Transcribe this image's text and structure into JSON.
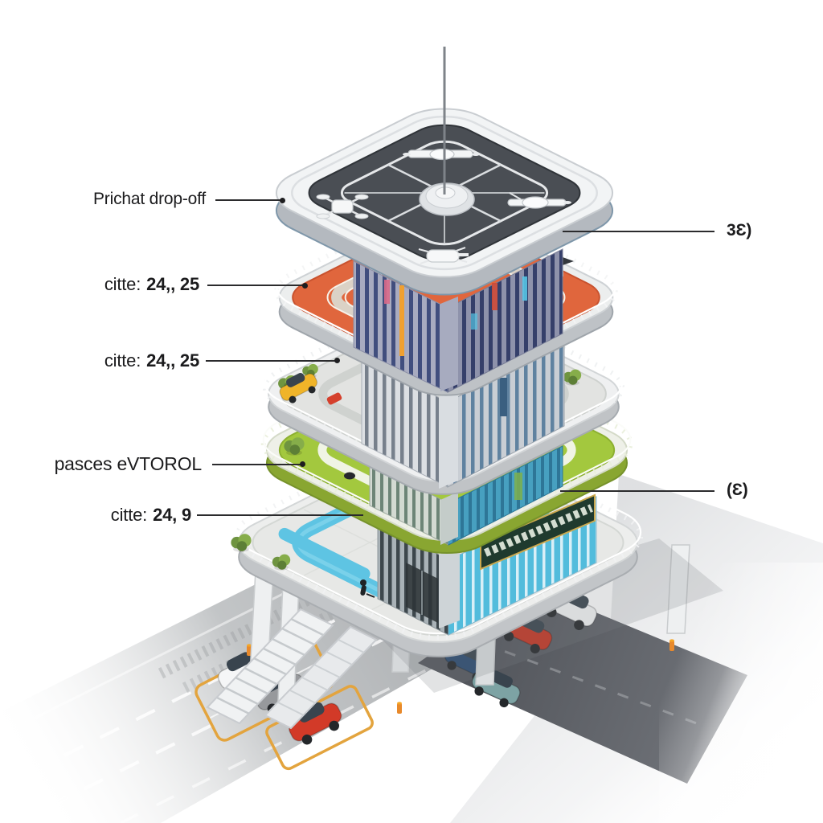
{
  "illustration": {
    "background": "#ffffff",
    "levels": [
      {
        "name": "helipad-roof",
        "surface_color": "#4a4e54"
      },
      {
        "name": "evtol-deck",
        "surface_color": "#e0663d"
      },
      {
        "name": "parking-deck",
        "surface_color": "#e2e3e1"
      },
      {
        "name": "garden-deck",
        "surface_color": "#a3c83e"
      },
      {
        "name": "street-lobby-deck",
        "surface_color": "#e7e8e6",
        "walkway_color": "#5ec4e3"
      }
    ]
  },
  "callouts": {
    "left": [
      {
        "prefix": "Prichat drop-off",
        "value": ""
      },
      {
        "prefix": "citte:",
        "value": "24,, 25"
      },
      {
        "prefix": "citte:",
        "value": "24,, 25"
      },
      {
        "prefix": "pasces eVTOROL",
        "value": ""
      },
      {
        "prefix": "citte:",
        "value": "24, 9"
      }
    ],
    "right": [
      {
        "prefix": "",
        "value": "3Ɛ)"
      },
      {
        "prefix": "",
        "value": "(Ɛ)"
      }
    ]
  },
  "palette": {
    "leader": "#2b2b2d",
    "text": "#1b1b1d",
    "rim": "#f2f4f5",
    "ground_road": "#a9acaf",
    "underpass_road": "#54575d",
    "bay_yellow": "#e3a43e",
    "car_red": "#d23a28",
    "car_yellow": "#f0b429",
    "car_white": "#f5f6f7",
    "car_gray": "#97999c",
    "car_navy": "#2a4a70",
    "car_teal": "#7da3a4",
    "bollard_orange": "#e8892b"
  }
}
